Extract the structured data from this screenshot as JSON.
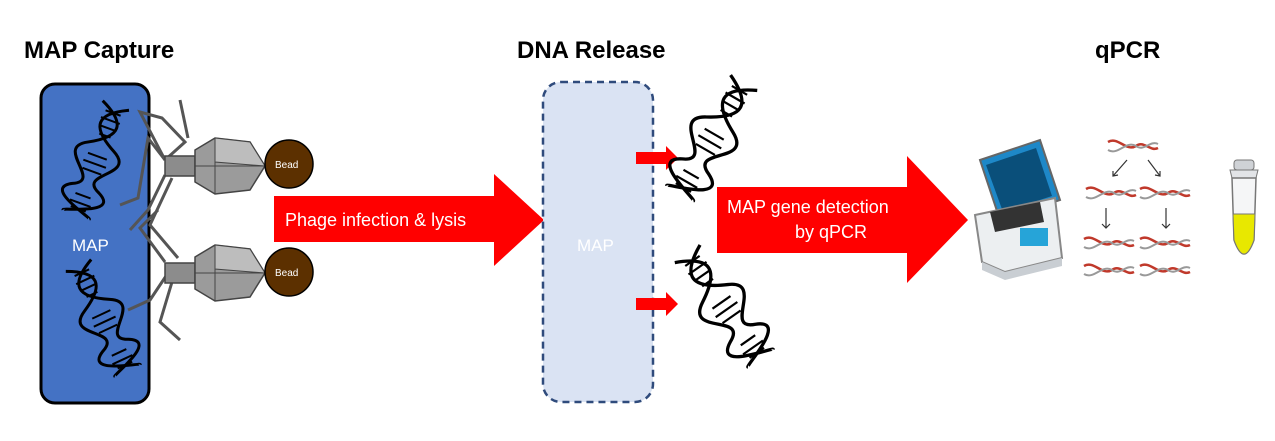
{
  "headings": {
    "capture": "MAP Capture",
    "release": "DNA Release",
    "qpcr": "qPCR"
  },
  "cells": {
    "captured_label": "MAP",
    "lysed_label": "MAP"
  },
  "beads": {
    "top_label": "Bead",
    "bottom_label": "Bead"
  },
  "arrows": {
    "infection_label": "Phage infection & lysis",
    "detection_line1": "MAP gene detection",
    "detection_line2": "by qPCR"
  },
  "colors": {
    "cell_blue": "#4472c4",
    "lysed_cell": "#dae3f3",
    "lysed_border": "#2f4b7c",
    "arrow_red": "#ff0000",
    "bead_brown": "#5c3000",
    "tube_liquid": "#e8e800",
    "dna_red": "#c0392b"
  },
  "icons": [
    "dna-icon",
    "phage-icon",
    "bead-icon",
    "thermocycler-icon",
    "pcr-tube-icon",
    "amplification-tree-icon"
  ]
}
